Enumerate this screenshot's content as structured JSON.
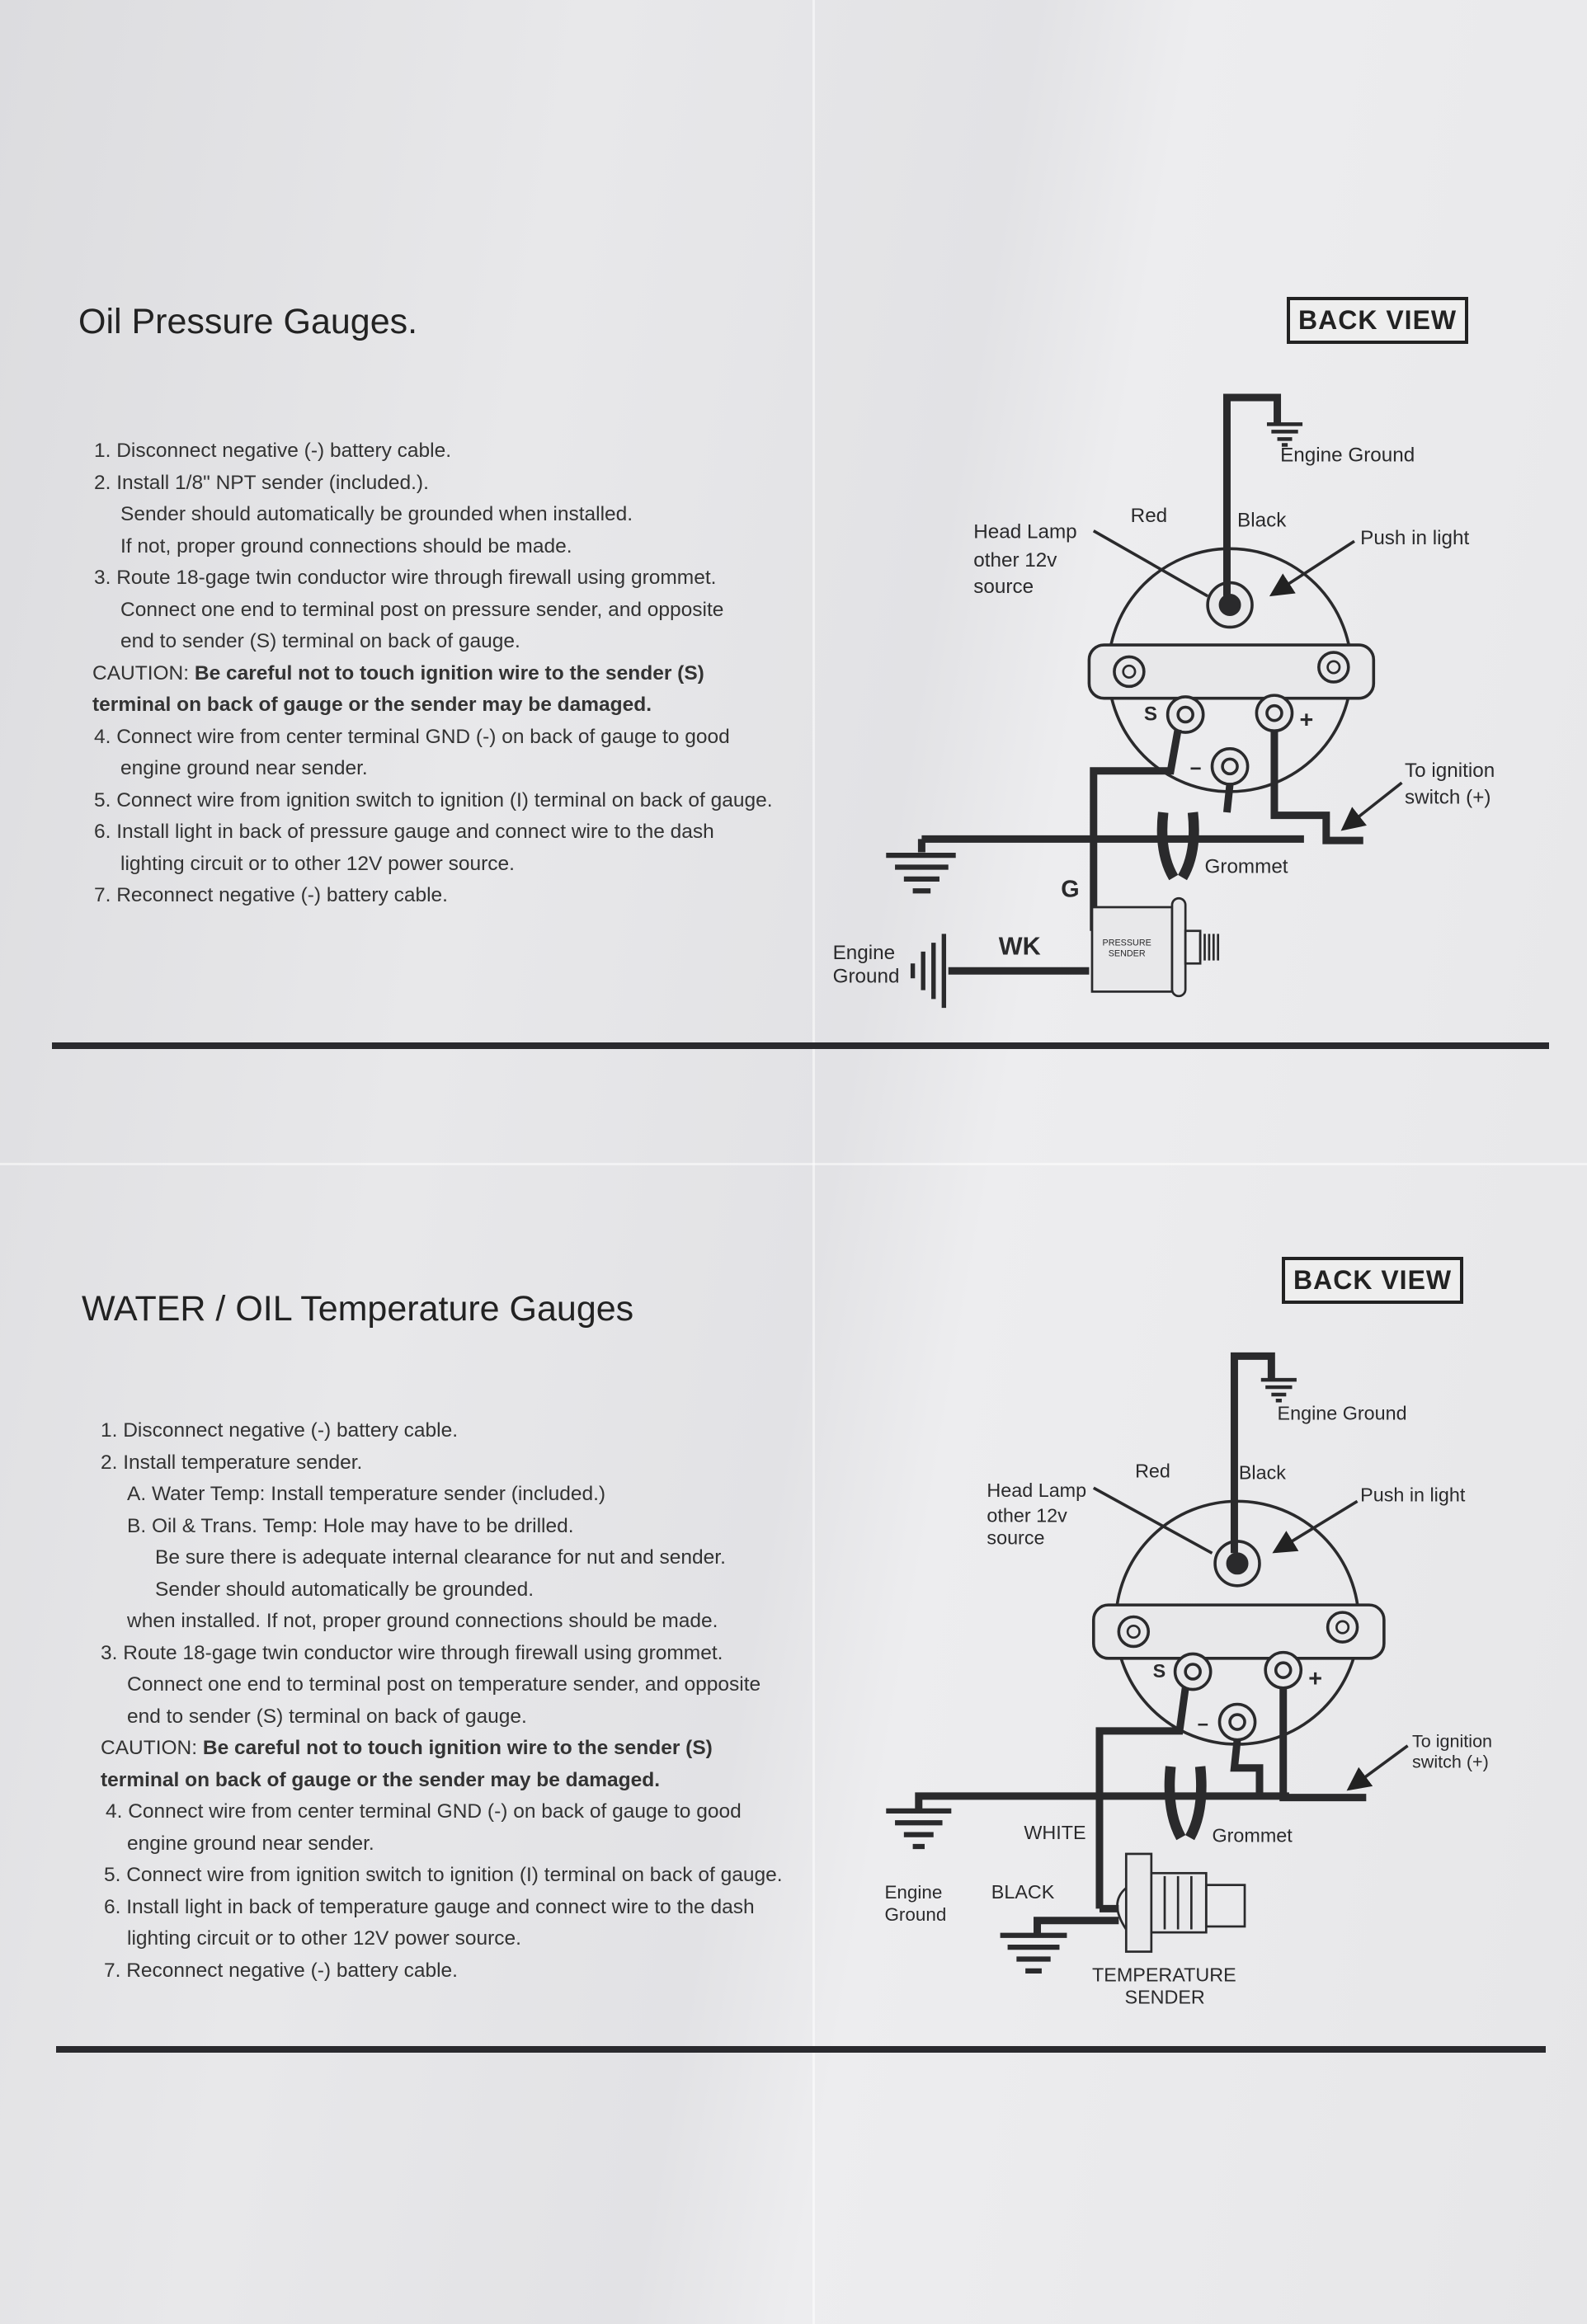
{
  "oil_section": {
    "title": "Oil Pressure Gauges.",
    "back_view": "BACK VIEW",
    "steps": [
      "1. Disconnect negative (-) battery cable.",
      "2. Install 1/8\" NPT sender (included.).",
      "Sender should automatically be grounded when installed.",
      "If not, proper ground connections should be made.",
      "3. Route 18-gage twin conductor wire through firewall using grommet.",
      "Connect one end to terminal post on pressure sender, and opposite",
      "end to sender (S) terminal on back of gauge.",
      "CAUTION:",
      "Be careful not to touch ignition wire to the sender (S)",
      "terminal on back of gauge or the sender may be damaged.",
      "4. Connect wire from center terminal GND (-) on back of gauge to good",
      "engine ground near sender.",
      "5. Connect wire from ignition switch to ignition (I) terminal on back of gauge.",
      "6. Install light in back of pressure gauge and connect wire to the dash",
      "lighting circuit or to other 12V power source.",
      "7. Reconnect negative (-) battery cable."
    ],
    "diagram": {
      "engine_ground_top": "Engine Ground",
      "red": "Red",
      "black": "Black",
      "head_lamp_1": "Head Lamp",
      "head_lamp_2": "other 12v",
      "head_lamp_3": "source",
      "push_in_light": "Push in light",
      "s": "S",
      "plus": "+",
      "minus": "−",
      "ignition_1": "To ignition",
      "ignition_2": "switch (+)",
      "grommet": "Grommet",
      "g": "G",
      "wk": "WK",
      "engine_ground_1": "Engine",
      "engine_ground_2": "Ground",
      "sender_1": "PRESSURE",
      "sender_2": "SENDER"
    }
  },
  "temp_section": {
    "title": "WATER / OIL Temperature Gauges",
    "back_view": "BACK VIEW",
    "steps": [
      "1. Disconnect negative (-) battery cable.",
      "2. Install temperature sender.",
      "A. Water Temp: Install temperature sender (included.)",
      "B. Oil & Trans. Temp: Hole may have to be drilled.",
      "Be sure there is adequate internal clearance for nut and sender.",
      "Sender should automatically be grounded.",
      "when installed. If not, proper ground connections should be made.",
      "3. Route 18-gage twin conductor wire through firewall using grommet.",
      "Connect one end to terminal post on temperature sender, and opposite",
      "end to sender (S) terminal on back of gauge.",
      "CAUTION:",
      "Be careful not to touch ignition wire to the sender (S)",
      "terminal on back of gauge or the sender may be damaged.",
      "4. Connect wire from center terminal GND (-) on back of gauge to good",
      "engine ground near sender.",
      "5. Connect wire from ignition switch to ignition (I) terminal on back of gauge.",
      "6. Install light in back of temperature gauge and connect wire to the dash",
      "lighting circuit or to other 12V power source.",
      "7. Reconnect negative (-) battery cable."
    ],
    "diagram": {
      "engine_ground_top": "Engine Ground",
      "red": "Red",
      "black": "Black",
      "head_lamp_1": "Head Lamp",
      "head_lamp_2": "other 12v",
      "head_lamp_3": "source",
      "push_in_light": "Push in light",
      "s": "S",
      "plus": "+",
      "minus": "−",
      "ignition_1": "To ignition",
      "ignition_2": "switch (+)",
      "grommet": "Grommet",
      "white": "WHITE",
      "black_wire": "BLACK",
      "engine_ground_1": "Engine",
      "engine_ground_2": "Ground",
      "sender_1": "TEMPERATURE",
      "sender_2": "SENDER"
    }
  }
}
